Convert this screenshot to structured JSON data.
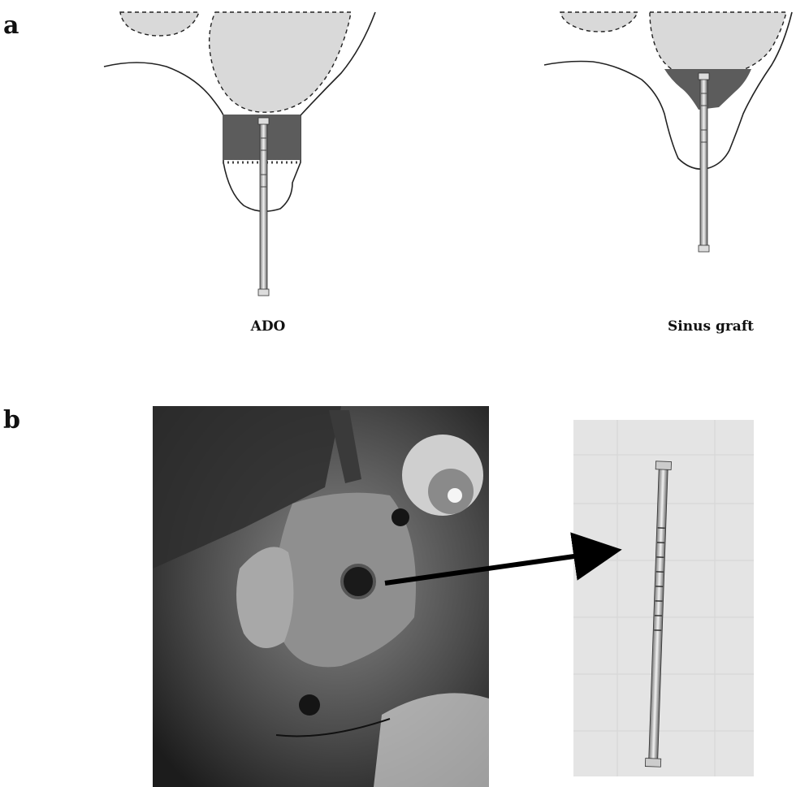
{
  "figure": {
    "panel_a_label": "a",
    "panel_b_label": "b",
    "diagram_left_caption": "ADO",
    "diagram_right_caption": "Sinus graft"
  },
  "colors": {
    "sinus_fill": "#d9d9d9",
    "graft_fill": "#5c5c5c",
    "outline": "#222222",
    "photo_dark": "#2a2a2a",
    "gauze": "#e4e4e4"
  }
}
